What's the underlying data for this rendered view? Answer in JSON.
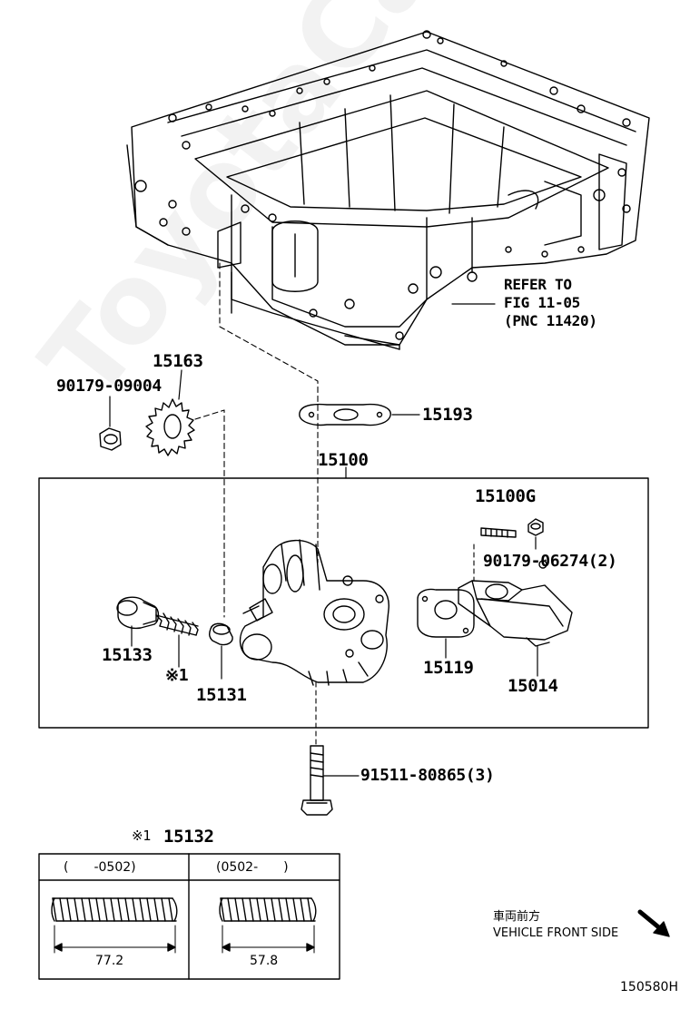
{
  "callouts": {
    "refer_line1": "REFER TO",
    "refer_line2": "FIG 11-05",
    "refer_line3": "(PNC 11420)",
    "p15163": "15163",
    "p90179_09004": "90179-09004",
    "p15193": "15193",
    "p15100": "15100",
    "p15100G": "15100G",
    "p90179_06274": "90179-06274(2)",
    "p15133": "15133",
    "p_note1": "※1",
    "p15131": "15131",
    "p15119": "15119",
    "p15014": "15014",
    "p91511_80865": "91511-80865(3)"
  },
  "spring_table": {
    "title_note": "※1",
    "title_part": "15132",
    "columns": [
      {
        "header": "(　　-0502)",
        "dimension": "77.2"
      },
      {
        "header": "(0502-　　)",
        "dimension": "57.8"
      }
    ]
  },
  "direction": {
    "japanese": "車両前方",
    "english": "VEHICLE FRONT SIDE"
  },
  "figure_id": "150580H",
  "watermark": "ToyotaCarMine.ru"
}
